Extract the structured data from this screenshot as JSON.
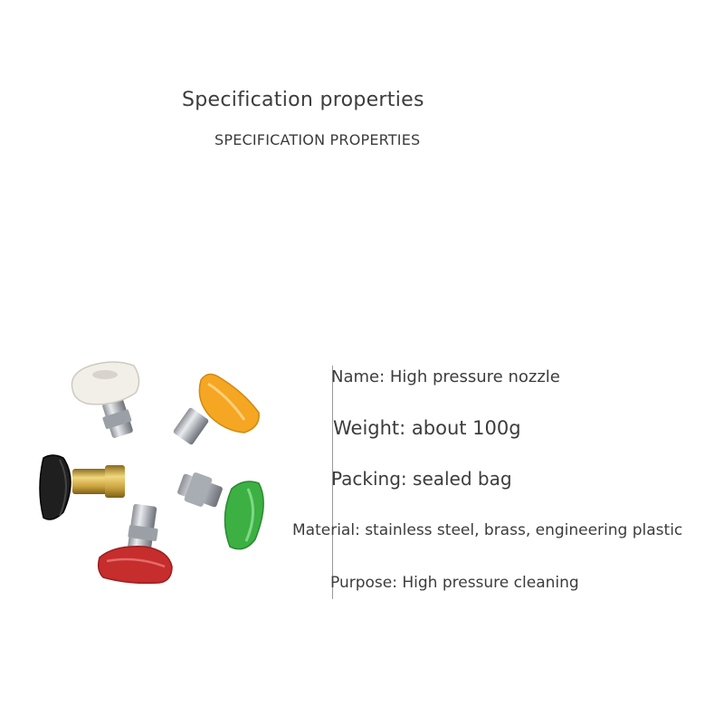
{
  "header": {
    "title": "Specification properties",
    "subtitle": "SPECIFICATION PROPERTIES"
  },
  "specs": [
    {
      "text": "Name: High pressure nozzle"
    },
    {
      "text": "Weight: about 100g"
    },
    {
      "text": "Packing: sealed bag"
    },
    {
      "text": "Material: stainless steel, brass, engineering plastic"
    },
    {
      "text": "Purpose: High pressure cleaning"
    }
  ],
  "product_image": {
    "subject": "five quick-connect pressure washer nozzles",
    "nozzle_colors": [
      "#f2efe8",
      "#f5a623",
      "#1f1f1f",
      "#3cb043",
      "#c62d2d"
    ]
  }
}
